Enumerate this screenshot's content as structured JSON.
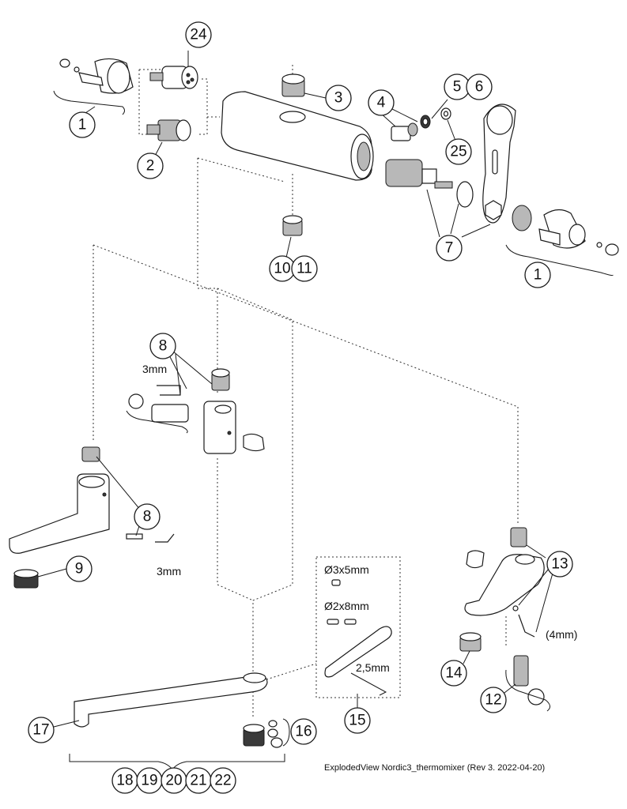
{
  "callouts": {
    "c24": "24",
    "c3": "3",
    "c1a": "1",
    "c2": "2",
    "c4": "4",
    "c5": "5",
    "c6": "6",
    "c25": "25",
    "c7": "7",
    "c10": "10",
    "c11": "11",
    "c1b": "1",
    "c8a": "8",
    "c8b": "8",
    "c9": "9",
    "c13": "13",
    "c14": "14",
    "c12": "12",
    "c15": "15",
    "c16": "16",
    "c17": "17",
    "c18": "18",
    "c19": "19",
    "c20": "20",
    "c21": "21",
    "c22": "22"
  },
  "labels": {
    "key_3mm_upper": "3mm",
    "key_3mm_lower": "3mm",
    "key_4mm": "(4mm)",
    "pin_3x5": "Ø3x5mm",
    "pin_2x8": "Ø2x8mm",
    "key_2_5mm": "2,5mm"
  },
  "footer": "ExplodedView Nordic3_thermomixer  (Rev 3. 2022-04-20)"
}
